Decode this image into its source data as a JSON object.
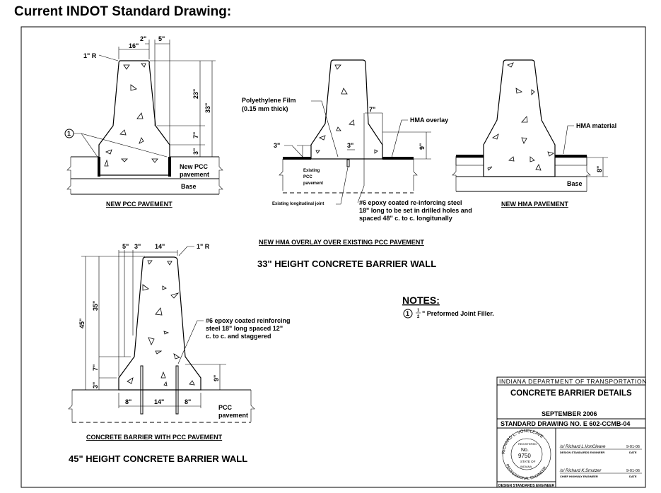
{
  "heading": "Current INDOT Standard Drawing:",
  "new_pcc": {
    "caption": "NEW PCC PAVEMENT",
    "radius": "1\" R",
    "dim_top": "16\"",
    "dim_2": "2\"",
    "dim_5": "5\"",
    "dim_23": "23\"",
    "dim_33": "33\"",
    "dim_7": "7\"",
    "dim_3": "3\"",
    "note_marker": "1",
    "pavement_label_1": "New PCC",
    "pavement_label_2": "pavement",
    "base_label": "Base"
  },
  "hma_overlay": {
    "film_label_1": "Polyethylene Film",
    "film_label_2": "(0.15 mm thick)",
    "dim_7": "7\"",
    "hma_label": "HMA overlay",
    "dim_3_left": "3\"",
    "dim_3_mid": "3\"",
    "dim_9": "9\"",
    "existing_1": "Existing",
    "existing_2": "PCC",
    "existing_3": "pavement",
    "joint_label": "Existing longitudinal joint",
    "rebar_1": "#6 epoxy coated  re-inforcing steel",
    "rebar_2": "18\" long to be set in drilled holes and",
    "rebar_3": "spaced 48\" c. to c. longitunally",
    "caption": "NEW HMA OVERLAY OVER EXISTING PCC PAVEMENT"
  },
  "new_hma": {
    "material_label": "HMA material",
    "dim_8": "8\"",
    "base_label": "Base",
    "caption": "NEW HMA PAVEMENT"
  },
  "wall_33_title": "33\" HEIGHT CONCRETE BARRIER WALL",
  "pcc_45": {
    "dim_5": "5\"",
    "dim_3": "3\"",
    "dim_14": "14\"",
    "radius": "1\" R",
    "dim_45": "45\"",
    "dim_35": "35\"",
    "dim_7": "7\"",
    "dim_3b": "3\"",
    "dim_9": "9\"",
    "rebar_1": "#6 epoxy coated reinforcing",
    "rebar_2": "steel 18\" long spaced 12\"",
    "rebar_3": "c. to c. and staggered",
    "dim_8_left": "8\"",
    "dim_14_bottom": "14\"",
    "dim_8_right": "8\"",
    "pavement_1": "PCC",
    "pavement_2": "pavement",
    "caption": "CONCRETE BARRIER WITH PCC PAVEMENT"
  },
  "wall_45_title": "45\" HEIGHT CONCRETE BARRIER WALL",
  "notes": {
    "title": "NOTES:",
    "marker": "1",
    "frac_num": "1",
    "frac_den": "2",
    "text": "\" Preformed Joint Filler."
  },
  "title_block": {
    "agency": "INDIANA DEPARTMENT OF TRANSPORTATION",
    "title": "CONCRETE BARRIER DETAILS",
    "date": "SEPTEMBER 2006",
    "drawing_no": "STANDARD DRAWING NO. E  602-CCMB-04",
    "seal_name": "RICHARD L. VONCLEAVE",
    "seal_registered": "REGISTERED",
    "seal_no": "No.",
    "seal_number": "9750",
    "seal_state": "STATE OF",
    "seal_indiana": "INDIANA",
    "seal_profession": "PROFESSIONAL ENGINEER",
    "seal_footer": "DESIGN STANDARDS ENGINEER",
    "sig1": "/s/  Richard L.VonCleave",
    "sig1_date": "9-01-06",
    "sig1_role": "DESIGN STANDARDS ENGINEER",
    "sig1_date_label": "DATE",
    "sig2": "/s/  Richard K.Smutzer",
    "sig2_date": "9-01-06",
    "sig2_role": "CHIEF HIGHWAY ENGINEER",
    "sig2_date_label": "DATE"
  }
}
